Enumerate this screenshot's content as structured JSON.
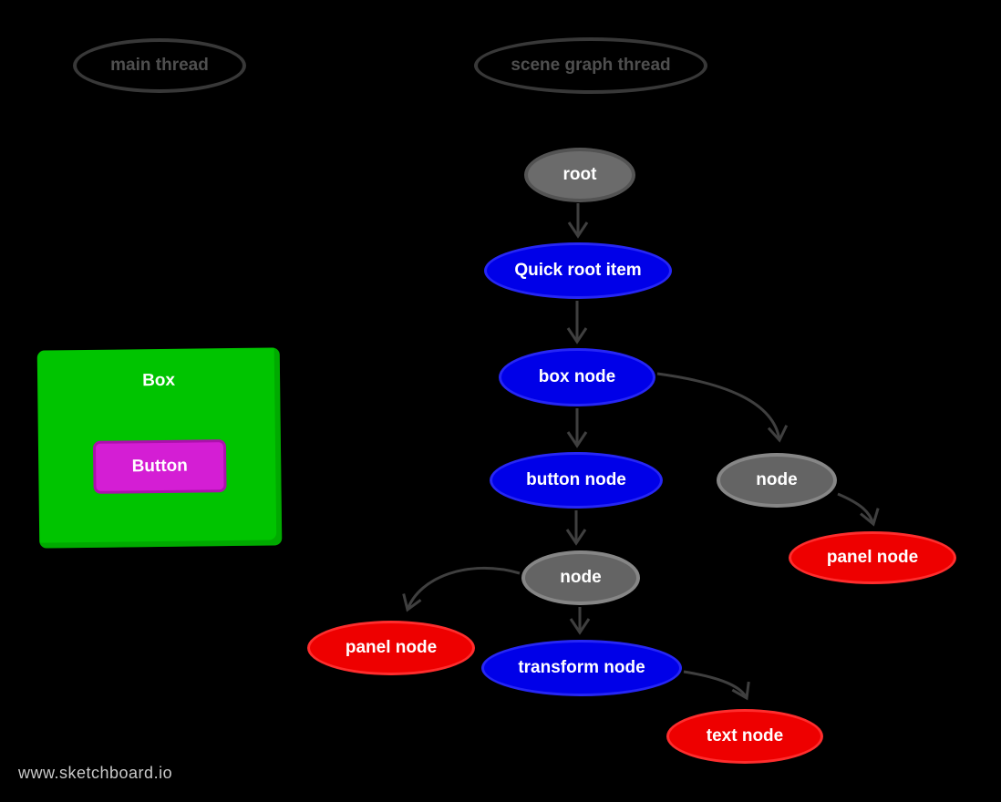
{
  "canvas": {
    "background": "#000000",
    "watermark": "www.sketchboard.io"
  },
  "colors": {
    "node_blue": "#0000e8",
    "node_red": "#ee0000",
    "node_gray": "#646464",
    "edge_gray": "#3f3f3f",
    "thread_outline": "#383838",
    "box_green": "#00c400",
    "button_magenta": "#d41ed4",
    "watermark_gray": "#c9c9c9"
  },
  "threads": {
    "main": {
      "label": "main thread"
    },
    "scene": {
      "label": "scene graph thread"
    }
  },
  "main_thread_ui": {
    "box": {
      "label": "Box"
    },
    "button": {
      "label": "Button"
    }
  },
  "scene_graph": {
    "nodes": {
      "root": {
        "label": "root",
        "color": "gray"
      },
      "quick_root_item": {
        "label": "Quick root item",
        "color": "blue"
      },
      "box_node": {
        "label": "box node",
        "color": "blue"
      },
      "button_node": {
        "label": "button node",
        "color": "blue"
      },
      "node_right": {
        "label": "node",
        "color": "gray"
      },
      "panel_node_right": {
        "label": "panel node",
        "color": "red"
      },
      "node_mid": {
        "label": "node",
        "color": "gray"
      },
      "panel_node_left": {
        "label": "panel node",
        "color": "red"
      },
      "transform_node": {
        "label": "transform node",
        "color": "blue"
      },
      "text_node": {
        "label": "text node",
        "color": "red"
      }
    },
    "edges": [
      [
        "root",
        "quick_root_item"
      ],
      [
        "quick_root_item",
        "box_node"
      ],
      [
        "box_node",
        "button_node"
      ],
      [
        "box_node",
        "node_right"
      ],
      [
        "node_right",
        "panel_node_right"
      ],
      [
        "button_node",
        "node_mid"
      ],
      [
        "node_mid",
        "panel_node_left"
      ],
      [
        "node_mid",
        "transform_node"
      ],
      [
        "transform_node",
        "text_node"
      ]
    ]
  }
}
